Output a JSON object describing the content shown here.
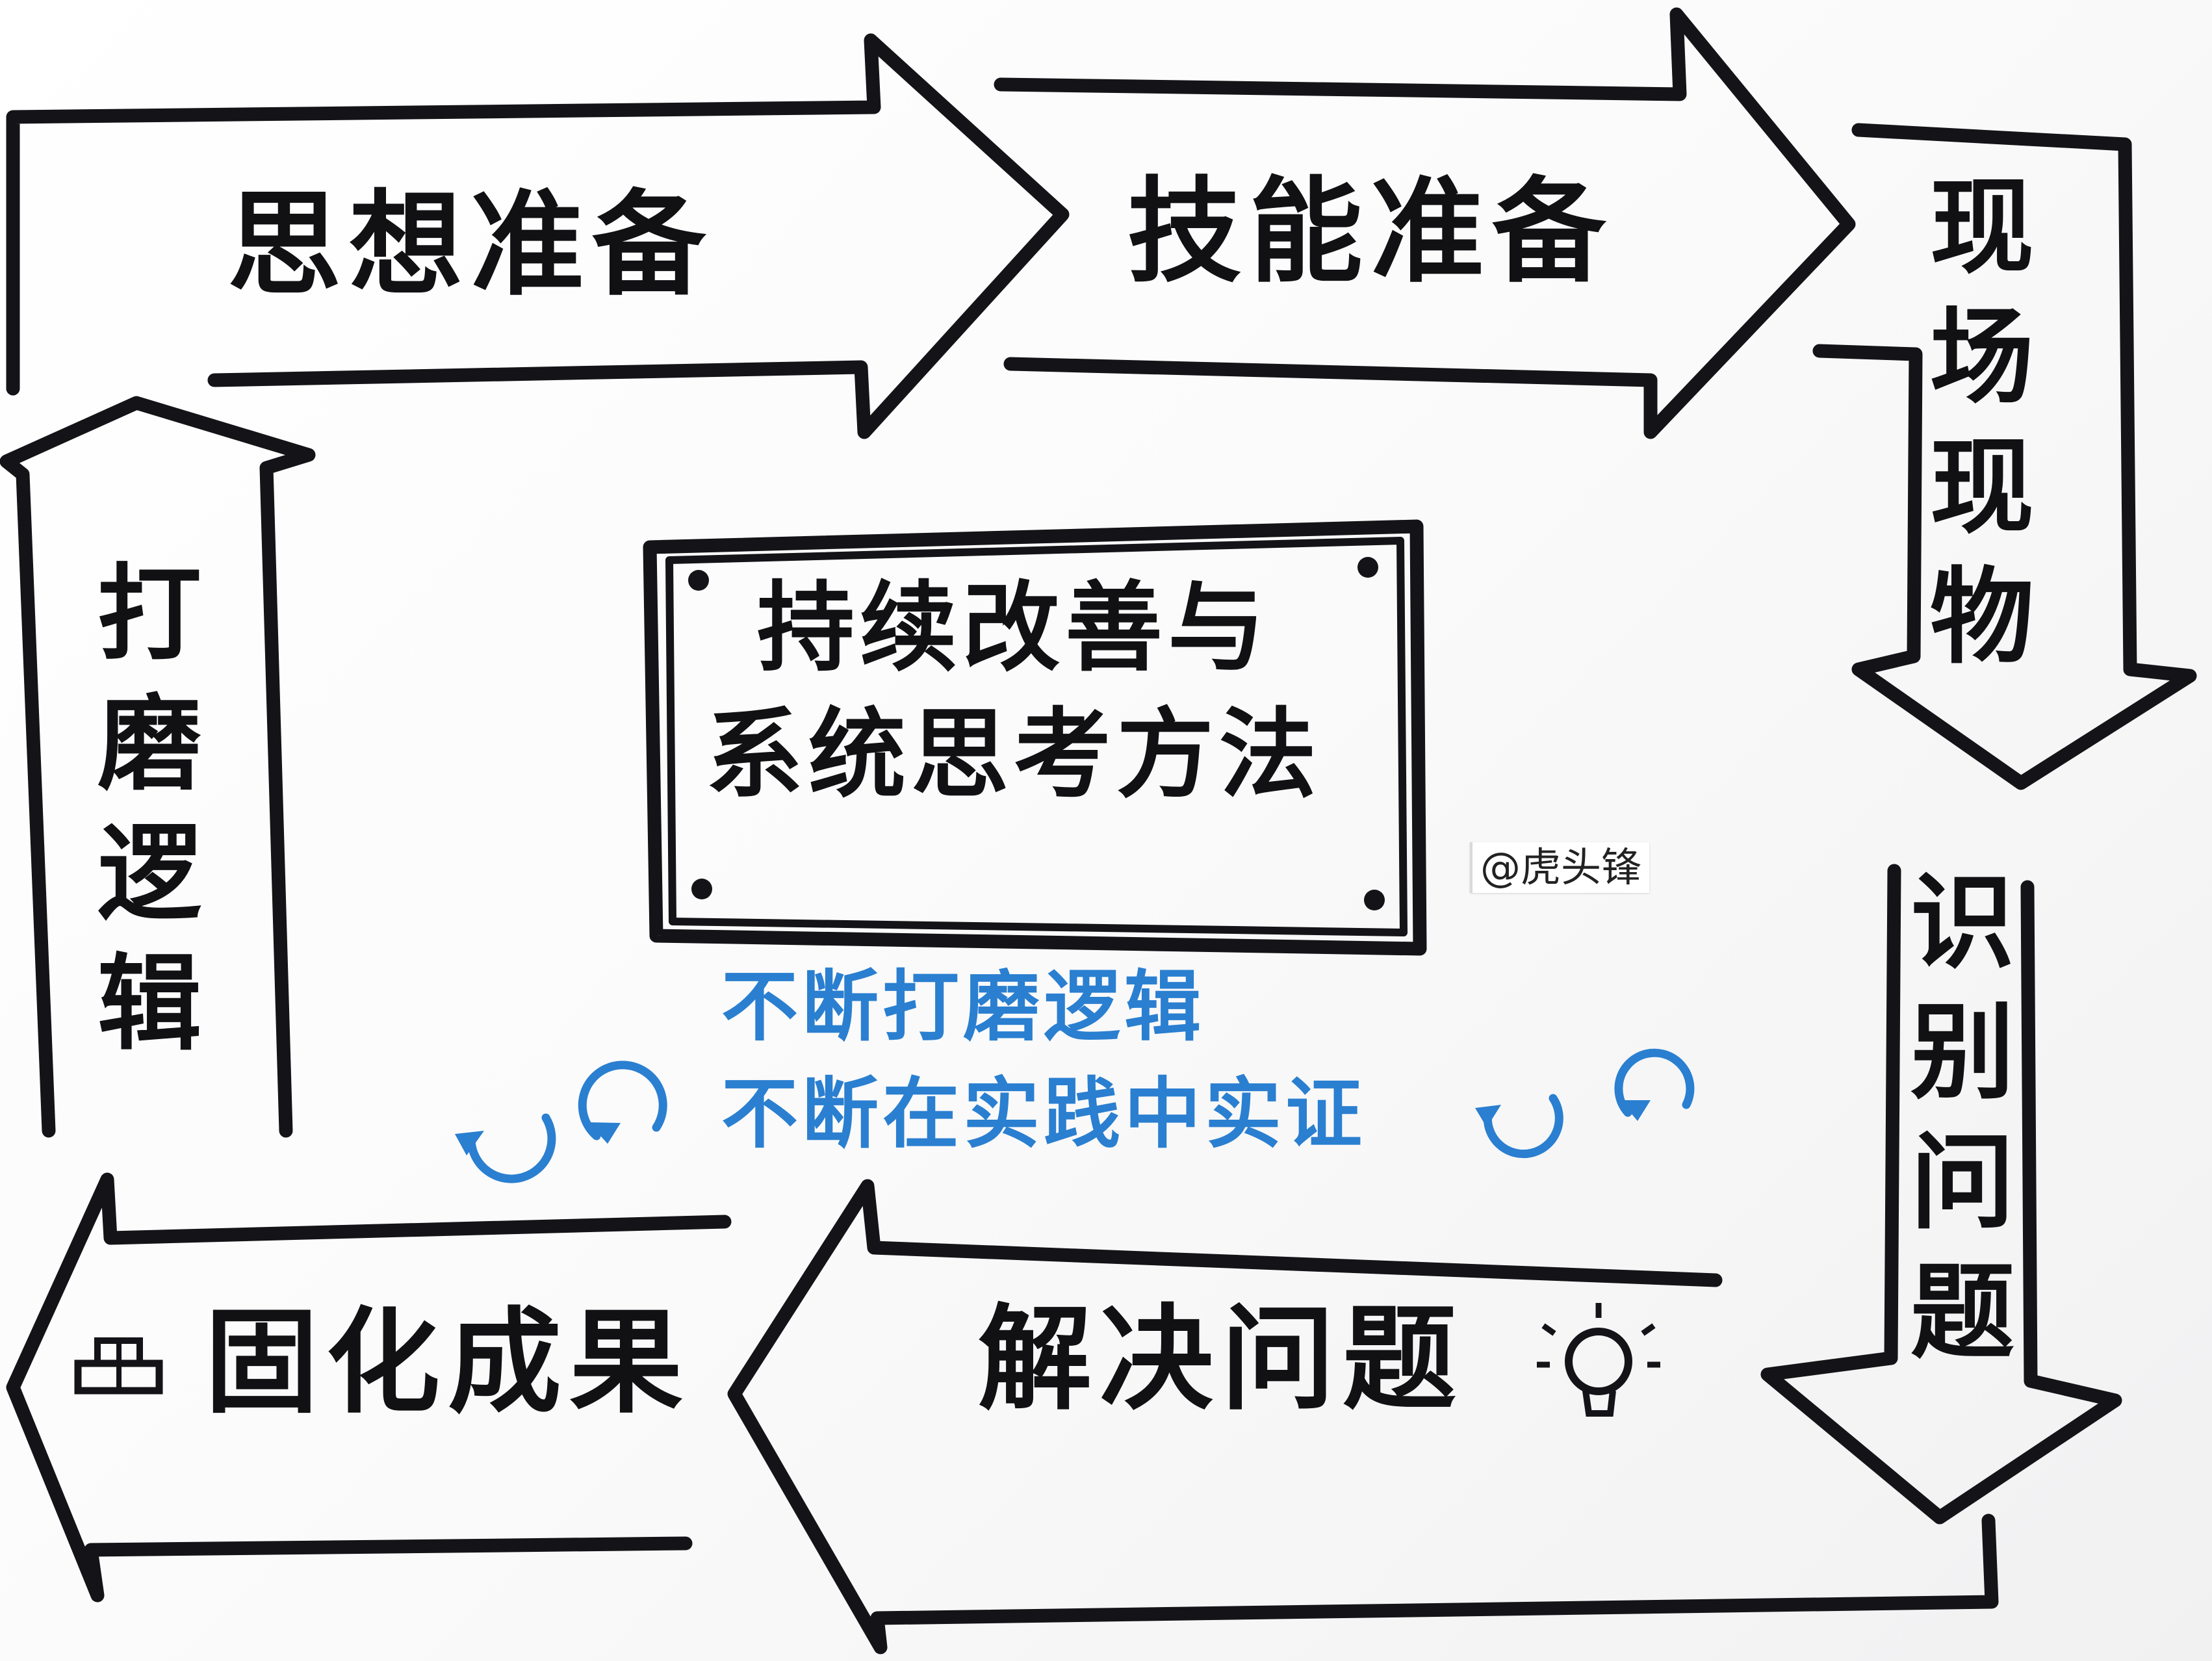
{
  "stages": {
    "top_left": "思想准备",
    "top_middle": "技能准备",
    "right_top": "现场现物",
    "right_bottom": "识别问题",
    "bottom_right": "解决问题",
    "bottom_left": "固化成果",
    "left": "打磨逻辑"
  },
  "center": {
    "line1": "持续改善与",
    "line2": "系统思考方法"
  },
  "notes": {
    "line1": "不断打磨逻辑",
    "line2": "不断在实践中实证"
  },
  "watermark": "@虎头锋",
  "colors": {
    "ink": "#141418",
    "blue_ink": "#2a7fd0",
    "paper": "#ffffff"
  },
  "icons": [
    "lightbulb-icon",
    "trophy-icon",
    "cycle-arrow-icon"
  ]
}
